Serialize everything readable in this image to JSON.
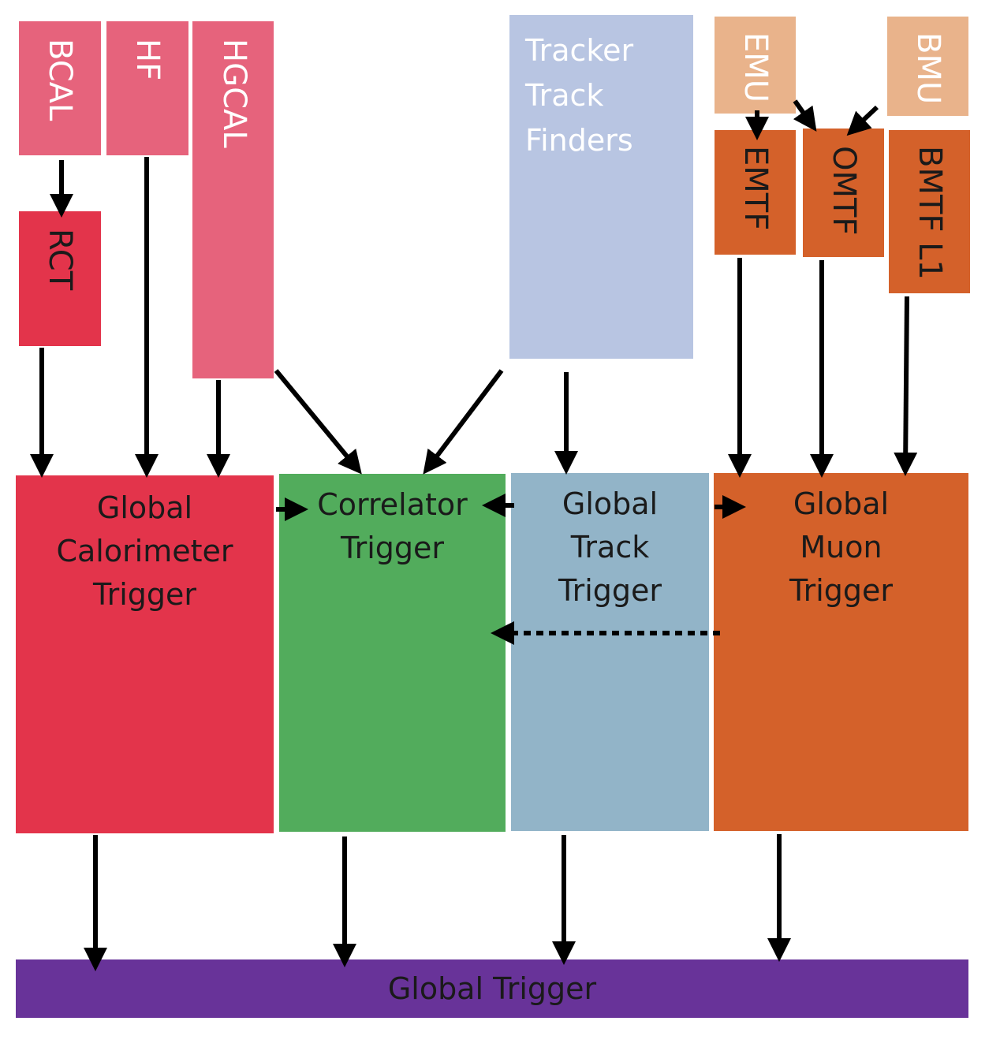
{
  "colors": {
    "calo_light": "#e6637c",
    "calo_dark": "#e3344b",
    "correlator": "#52ac5c",
    "tracker_light": "#b8c5e2",
    "track_trigger": "#92b4c8",
    "muon_light": "#e9b38b",
    "muon_dark": "#d4612a",
    "global": "#683399",
    "arrow": "#000000"
  },
  "sources": {
    "bcal": "BCAL",
    "hf": "HF",
    "hgcal": "HGCAL",
    "rct": "RCT",
    "tracker": [
      "Tracker",
      "Track",
      "Finders"
    ],
    "emu": "EMU",
    "bmu": "BMU",
    "emtf": "EMTF",
    "omtf": "OMTF",
    "bmtf": "BMTF L1"
  },
  "triggers": {
    "calorimeter": [
      "Global",
      "Calorimeter",
      "Trigger"
    ],
    "correlator": [
      "Correlator",
      "Trigger"
    ],
    "track": [
      "Global",
      "Track",
      "Trigger"
    ],
    "muon": [
      "Global",
      "Muon",
      "Trigger"
    ],
    "global": "Global Trigger"
  }
}
